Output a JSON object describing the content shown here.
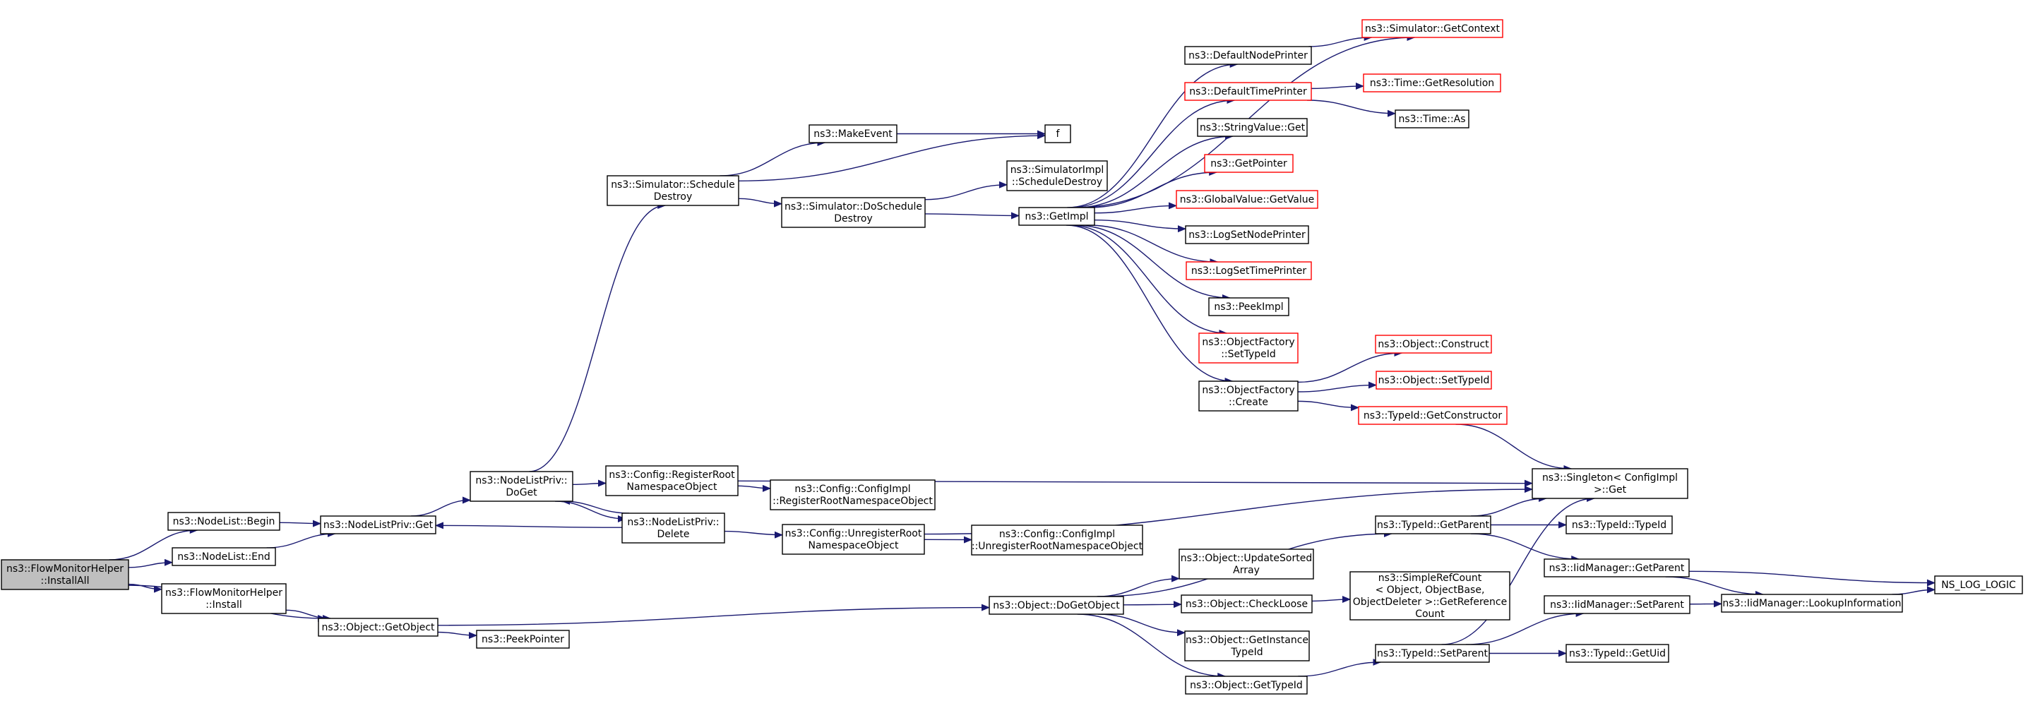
{
  "colors": {
    "edge": "#191970",
    "node_border": "#000000",
    "node_border_external": "#ff0000",
    "node_fill": "#ffffff",
    "root_fill": "#bfbfbf"
  },
  "nodes": [
    {
      "id": "installall",
      "lines": [
        "ns3::FlowMonitorHelper",
        "::InstallAll"
      ],
      "style": "root"
    },
    {
      "id": "nodelist-begin",
      "lines": [
        "ns3::NodeList::Begin"
      ],
      "style": "normal"
    },
    {
      "id": "nodelist-end",
      "lines": [
        "ns3::NodeList::End"
      ],
      "style": "normal"
    },
    {
      "id": "fmh-install",
      "lines": [
        "ns3::FlowMonitorHelper",
        "::Install"
      ],
      "style": "normal"
    },
    {
      "id": "nlp-get",
      "lines": [
        "ns3::NodeListPriv::Get"
      ],
      "style": "normal"
    },
    {
      "id": "object-getobject",
      "lines": [
        "ns3::Object::GetObject"
      ],
      "style": "normal"
    },
    {
      "id": "nlp-doget",
      "lines": [
        "ns3::NodeListPriv::",
        "DoGet"
      ],
      "style": "normal"
    },
    {
      "id": "nlp-delete",
      "lines": [
        "ns3::NodeListPriv::",
        "Delete"
      ],
      "style": "normal"
    },
    {
      "id": "peekpointer",
      "lines": [
        "ns3::PeekPointer"
      ],
      "style": "normal"
    },
    {
      "id": "sim-scheduledestroy",
      "lines": [
        "ns3::Simulator::Schedule",
        "Destroy"
      ],
      "style": "normal"
    },
    {
      "id": "makeevent",
      "lines": [
        "ns3::MakeEvent"
      ],
      "style": "normal"
    },
    {
      "id": "f",
      "lines": [
        "f"
      ],
      "style": "normal"
    },
    {
      "id": "sim-doscheduledestroy",
      "lines": [
        "ns3::Simulator::DoSchedule",
        "Destroy"
      ],
      "style": "normal"
    },
    {
      "id": "simimpl-scheduledestroy",
      "lines": [
        "ns3::SimulatorImpl",
        "::ScheduleDestroy"
      ],
      "style": "normal"
    },
    {
      "id": "getimpl",
      "lines": [
        "ns3::GetImpl"
      ],
      "style": "normal"
    },
    {
      "id": "defaultnodeprinter",
      "lines": [
        "ns3::DefaultNodePrinter"
      ],
      "style": "normal"
    },
    {
      "id": "defaulttimeprinter",
      "lines": [
        "ns3::DefaultTimePrinter"
      ],
      "style": "external"
    },
    {
      "id": "stringvalue-get",
      "lines": [
        "ns3::StringValue::Get"
      ],
      "style": "normal"
    },
    {
      "id": "getpointer",
      "lines": [
        "ns3::GetPointer"
      ],
      "style": "external"
    },
    {
      "id": "globalvalue-getvalue",
      "lines": [
        "ns3::GlobalValue::GetValue"
      ],
      "style": "external"
    },
    {
      "id": "logsetnodeprinter",
      "lines": [
        "ns3::LogSetNodePrinter"
      ],
      "style": "normal"
    },
    {
      "id": "logsettimeprinter",
      "lines": [
        "ns3::LogSetTimePrinter"
      ],
      "style": "external"
    },
    {
      "id": "peekimpl",
      "lines": [
        "ns3::PeekImpl"
      ],
      "style": "normal"
    },
    {
      "id": "of-settypeid",
      "lines": [
        "ns3::ObjectFactory",
        "::SetTypeId"
      ],
      "style": "external"
    },
    {
      "id": "of-create",
      "lines": [
        "ns3::ObjectFactory",
        "::Create"
      ],
      "style": "normal"
    },
    {
      "id": "sim-getcontext",
      "lines": [
        "ns3::Simulator::GetContext"
      ],
      "style": "external"
    },
    {
      "id": "time-getresolution",
      "lines": [
        "ns3::Time::GetResolution"
      ],
      "style": "external"
    },
    {
      "id": "time-as",
      "lines": [
        "ns3::Time::As"
      ],
      "style": "normal"
    },
    {
      "id": "object-construct",
      "lines": [
        "ns3::Object::Construct"
      ],
      "style": "external"
    },
    {
      "id": "object-settypeid",
      "lines": [
        "ns3::Object::SetTypeId"
      ],
      "style": "external"
    },
    {
      "id": "typeid-getconstructor",
      "lines": [
        "ns3::TypeId::GetConstructor"
      ],
      "style": "external"
    },
    {
      "id": "config-registerroot",
      "lines": [
        "ns3::Config::RegisterRoot",
        "NamespaceObject"
      ],
      "style": "normal"
    },
    {
      "id": "configimpl-registerroot",
      "lines": [
        "ns3::Config::ConfigImpl",
        "::RegisterRootNamespaceObject"
      ],
      "style": "normal"
    },
    {
      "id": "config-unregisterroot",
      "lines": [
        "ns3::Config::UnregisterRoot",
        "NamespaceObject"
      ],
      "style": "normal"
    },
    {
      "id": "configimpl-unregisterroot",
      "lines": [
        "ns3::Config::ConfigImpl",
        "::UnregisterRootNamespaceObject"
      ],
      "style": "normal"
    },
    {
      "id": "singleton-get",
      "lines": [
        "ns3::Singleton< ConfigImpl",
        " >::Get"
      ],
      "style": "normal"
    },
    {
      "id": "object-dogetobject",
      "lines": [
        "ns3::Object::DoGetObject"
      ],
      "style": "normal"
    },
    {
      "id": "object-updatesortedarray",
      "lines": [
        "ns3::Object::UpdateSorted",
        "Array"
      ],
      "style": "normal"
    },
    {
      "id": "object-checkloose",
      "lines": [
        "ns3::Object::CheckLoose"
      ],
      "style": "normal"
    },
    {
      "id": "object-getinstancetypeid",
      "lines": [
        "ns3::Object::GetInstance",
        "TypeId"
      ],
      "style": "normal"
    },
    {
      "id": "object-gettypeid",
      "lines": [
        "ns3::Object::GetTypeId"
      ],
      "style": "normal"
    },
    {
      "id": "typeid-getparent",
      "lines": [
        "ns3::TypeId::GetParent"
      ],
      "style": "normal"
    },
    {
      "id": "simplerefcount-getreferencecount",
      "lines": [
        "ns3::SimpleRefCount",
        "< Object, ObjectBase,",
        " ObjectDeleter >::GetReference",
        "Count"
      ],
      "style": "normal"
    },
    {
      "id": "typeid-setparent",
      "lines": [
        "ns3::TypeId::SetParent"
      ],
      "style": "normal"
    },
    {
      "id": "typeid-typeid",
      "lines": [
        "ns3::TypeId::TypeId"
      ],
      "style": "normal"
    },
    {
      "id": "iidmanager-getparent",
      "lines": [
        "ns3::IidManager::GetParent"
      ],
      "style": "normal"
    },
    {
      "id": "iidmanager-setparent",
      "lines": [
        "ns3::IidManager::SetParent"
      ],
      "style": "normal"
    },
    {
      "id": "iidmanager-lookupinformation",
      "lines": [
        "ns3::IidManager::LookupInformation"
      ],
      "style": "normal"
    },
    {
      "id": "typeid-getuid",
      "lines": [
        "ns3::TypeId::GetUid"
      ],
      "style": "normal"
    },
    {
      "id": "ns-log-logic",
      "lines": [
        "NS_LOG_LOGIC"
      ],
      "style": "normal"
    }
  ],
  "edges": [
    [
      "installall",
      "nodelist-begin"
    ],
    [
      "installall",
      "nodelist-end"
    ],
    [
      "installall",
      "fmh-install"
    ],
    [
      "installall",
      "object-getobject"
    ],
    [
      "nodelist-begin",
      "nlp-get"
    ],
    [
      "nodelist-end",
      "nlp-get"
    ],
    [
      "fmh-install",
      "object-getobject"
    ],
    [
      "nlp-get",
      "nlp-doget"
    ],
    [
      "nlp-doget",
      "sim-scheduledestroy"
    ],
    [
      "nlp-doget",
      "config-registerroot"
    ],
    [
      "nlp-doget",
      "nlp-delete"
    ],
    [
      "nlp-delete",
      "nlp-doget"
    ],
    [
      "nlp-delete",
      "nlp-get"
    ],
    [
      "nlp-delete",
      "config-unregisterroot"
    ],
    [
      "sim-scheduledestroy",
      "makeevent"
    ],
    [
      "sim-scheduledestroy",
      "f"
    ],
    [
      "sim-scheduledestroy",
      "sim-doscheduledestroy"
    ],
    [
      "makeevent",
      "f"
    ],
    [
      "sim-doscheduledestroy",
      "simimpl-scheduledestroy"
    ],
    [
      "sim-doscheduledestroy",
      "getimpl"
    ],
    [
      "getimpl",
      "defaultnodeprinter"
    ],
    [
      "getimpl",
      "defaulttimeprinter"
    ],
    [
      "getimpl",
      "stringvalue-get"
    ],
    [
      "getimpl",
      "getpointer"
    ],
    [
      "getimpl",
      "globalvalue-getvalue"
    ],
    [
      "getimpl",
      "logsetnodeprinter"
    ],
    [
      "getimpl",
      "logsettimeprinter"
    ],
    [
      "getimpl",
      "peekimpl"
    ],
    [
      "getimpl",
      "of-settypeid"
    ],
    [
      "getimpl",
      "of-create"
    ],
    [
      "getimpl",
      "sim-getcontext"
    ],
    [
      "defaultnodeprinter",
      "sim-getcontext"
    ],
    [
      "defaulttimeprinter",
      "time-getresolution"
    ],
    [
      "defaulttimeprinter",
      "time-as"
    ],
    [
      "of-create",
      "object-construct"
    ],
    [
      "of-create",
      "object-settypeid"
    ],
    [
      "of-create",
      "typeid-getconstructor"
    ],
    [
      "typeid-getconstructor",
      "singleton-get"
    ],
    [
      "config-registerroot",
      "configimpl-registerroot"
    ],
    [
      "config-registerroot",
      "singleton-get"
    ],
    [
      "config-unregisterroot",
      "configimpl-unregisterroot"
    ],
    [
      "config-unregisterroot",
      "singleton-get"
    ],
    [
      "object-getobject",
      "peekpointer"
    ],
    [
      "object-getobject",
      "object-dogetobject"
    ],
    [
      "object-dogetobject",
      "typeid-getparent"
    ],
    [
      "object-dogetobject",
      "object-updatesortedarray"
    ],
    [
      "object-dogetobject",
      "object-checkloose"
    ],
    [
      "object-dogetobject",
      "object-getinstancetypeid"
    ],
    [
      "object-dogetobject",
      "object-gettypeid"
    ],
    [
      "object-checkloose",
      "simplerefcount-getreferencecount"
    ],
    [
      "object-gettypeid",
      "typeid-setparent"
    ],
    [
      "typeid-getparent",
      "singleton-get"
    ],
    [
      "typeid-getparent",
      "typeid-typeid"
    ],
    [
      "typeid-getparent",
      "iidmanager-getparent"
    ],
    [
      "typeid-setparent",
      "singleton-get"
    ],
    [
      "typeid-setparent",
      "iidmanager-setparent"
    ],
    [
      "typeid-setparent",
      "typeid-getuid"
    ],
    [
      "iidmanager-getparent",
      "iidmanager-lookupinformation"
    ],
    [
      "iidmanager-getparent",
      "ns-log-logic"
    ],
    [
      "iidmanager-setparent",
      "iidmanager-lookupinformation"
    ],
    [
      "iidmanager-lookupinformation",
      "ns-log-logic"
    ]
  ]
}
